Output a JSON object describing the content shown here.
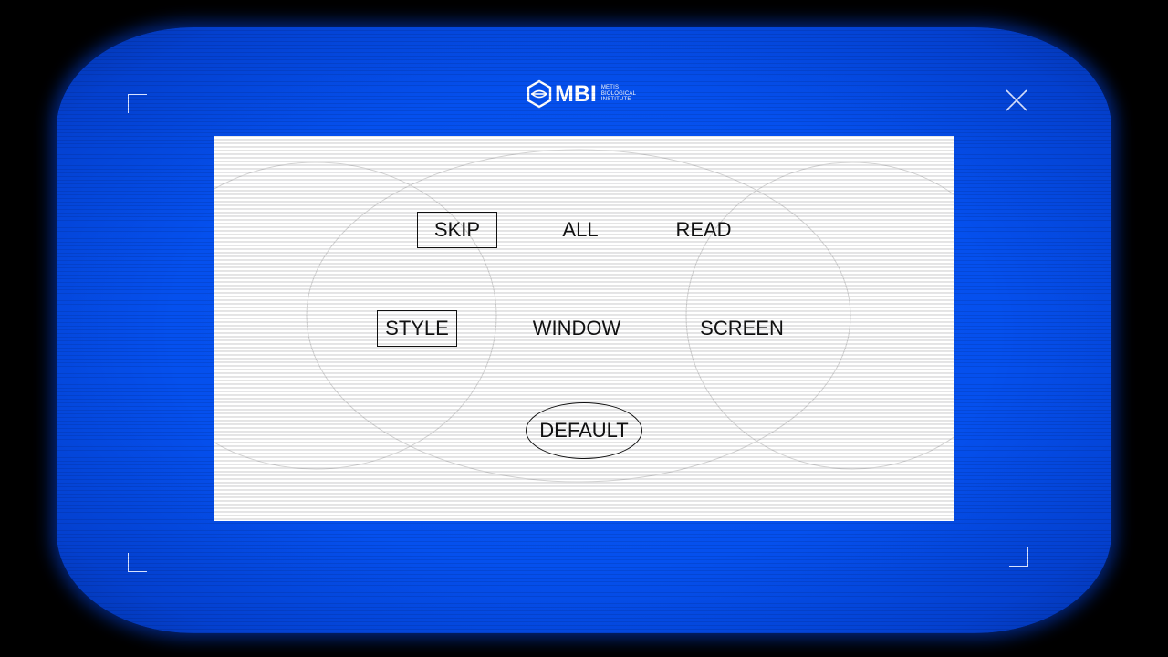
{
  "logo": {
    "mark_icon": "hexagon-eye-icon",
    "text": "MBI",
    "subtitle_line1": "METIS",
    "subtitle_line2": "BIOLOGICAL",
    "subtitle_line3": "INSTITUTE"
  },
  "close_icon": "close-icon",
  "options": {
    "skip": "SKIP",
    "all": "ALL",
    "read": "READ",
    "style": "STYLE",
    "window": "WINDOW",
    "screen": "SCREEN",
    "default": "DEFAULT"
  },
  "colors": {
    "screen_blue": "#0550ee",
    "panel": "#f7f7f7",
    "text": "#111111"
  }
}
